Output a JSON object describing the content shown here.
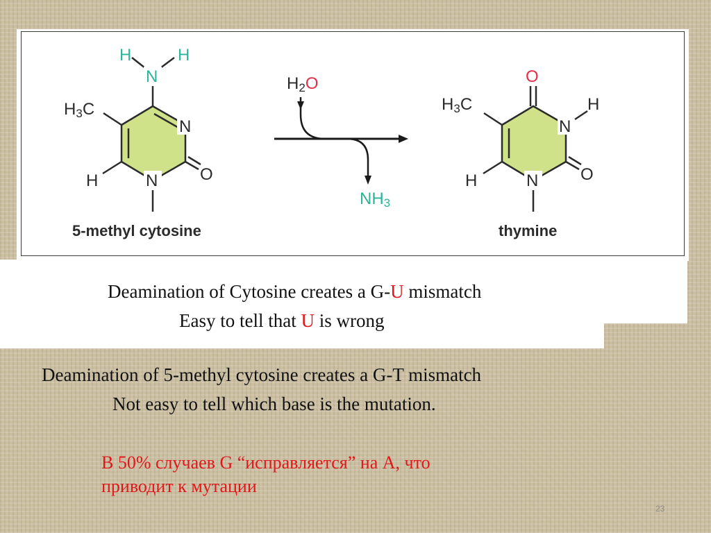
{
  "reactant": {
    "amine_H1": "H",
    "amine_N": "N",
    "amine_H2": "H",
    "methyl_H": "H",
    "methyl_sub": "3",
    "methyl_C": "C",
    "ring_N": "N",
    "ring_O": "O",
    "ring_N1": "N",
    "ring_H": "H",
    "name": "5-methyl cytosine"
  },
  "reagents": {
    "water_H": "H",
    "water_sub": "2",
    "water_O": "O",
    "ammonia_NH": "NH",
    "ammonia_sub": "3"
  },
  "product": {
    "top_O": "O",
    "ring_N3": "N",
    "ring_N3_H": "H",
    "methyl_H": "H",
    "methyl_sub": "3",
    "methyl_C": "C",
    "ring_O": "O",
    "ring_N1": "N",
    "ring_H": "H",
    "name": "thymine"
  },
  "text": {
    "line1_pre": "Deamination of Cytosine creates a G-",
    "line1_u": "U",
    "line1_post": " mismatch",
    "line2_pre": "Easy to tell that ",
    "line2_u": "U",
    "line2_post": " is wrong",
    "line3": "Deamination of 5-methyl cytosine creates a G-T mismatch",
    "line4": "Not easy to tell which base is the mutation.",
    "russian_line1": "В 50% случаев G “исправляется” на A, что",
    "russian_line2": "приводит к мутации"
  },
  "page_number": "23",
  "colors": {
    "ring_fill": "#cfe28a",
    "teal": "#2bb59a",
    "oxygen_red": "#e0304a",
    "text_red": "#e0181c",
    "background": "#cbbfa2"
  }
}
